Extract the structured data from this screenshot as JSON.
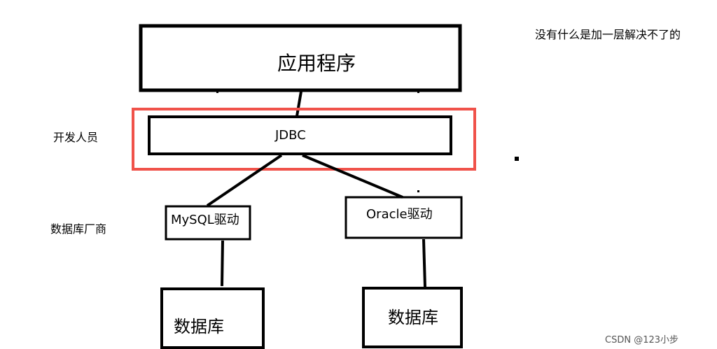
{
  "diagram": {
    "app_box_label": "应用程序",
    "jdbc_box_label": "JDBC",
    "mysql_driver_label": "MySQL驱动",
    "oracle_driver_label": "Oracle驱动",
    "db_left_label": "数据库",
    "db_right_label": "数据库",
    "side_label_developers": "开发人员",
    "side_label_vendors": "数据库厂商",
    "note_top_right": "没有什么是加一层解决不了的",
    "highlight_color": "#f0524a"
  },
  "watermark": {
    "text": "CSDN @123小步"
  }
}
